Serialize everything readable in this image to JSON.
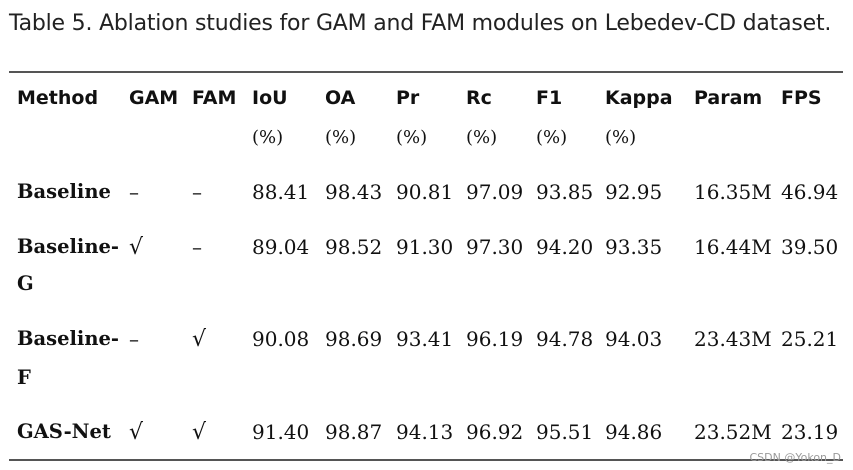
{
  "caption": "Table 5. Ablation studies for GAM and FAM modules on Lebedev-CD dataset.",
  "table": {
    "headers": {
      "method": "Method",
      "gam": "GAM",
      "fam": "FAM",
      "iou": "IoU",
      "oa": "OA",
      "pr": "Pr",
      "rc": "Rc",
      "f1": "F1",
      "kappa": "Kappa",
      "param": "Param",
      "fps": "FPS"
    },
    "unit": "(%)",
    "rows": [
      {
        "method": "Baseline",
        "method_line2": "",
        "gam": "–",
        "fam": "–",
        "iou": "88.41",
        "oa": "98.43",
        "pr": "90.81",
        "rc": "97.09",
        "f1": "93.85",
        "kappa": "92.95",
        "param": "16.35M",
        "fps": "46.94"
      },
      {
        "method": "Baseline-",
        "method_line2": "G",
        "gam": "√",
        "fam": "–",
        "iou": "89.04",
        "oa": "98.52",
        "pr": "91.30",
        "rc": "97.30",
        "f1": "94.20",
        "kappa": "93.35",
        "param": "16.44M",
        "fps": "39.50"
      },
      {
        "method": "Baseline-",
        "method_line2": "F",
        "gam": "–",
        "fam": "√",
        "iou": "90.08",
        "oa": "98.69",
        "pr": "93.41",
        "rc": "96.19",
        "f1": "94.78",
        "kappa": "94.03",
        "param": "23.43M",
        "fps": "25.21"
      },
      {
        "method": "GAS-Net",
        "method_line2": "",
        "gam": "√",
        "fam": "√",
        "iou": "91.40",
        "oa": "98.87",
        "pr": "94.13",
        "rc": "96.92",
        "f1": "95.51",
        "kappa": "94.86",
        "param": "23.52M",
        "fps": "23.19"
      }
    ]
  },
  "watermark": "CSDN @Yokon_D"
}
